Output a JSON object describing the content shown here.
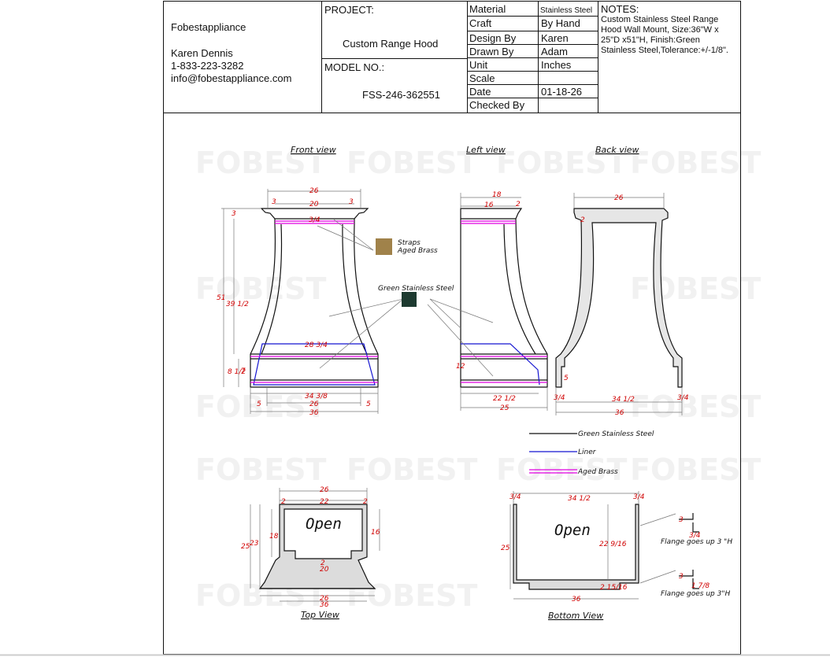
{
  "company": {
    "name": "Fobestappliance",
    "contact_name": "Karen Dennis",
    "phone": "1-833-223-3282",
    "email": "info@fobestappliance.com"
  },
  "project": {
    "label": "PROJECT:",
    "name": "Custom Range Hood",
    "model_label": "MODEL NO.:",
    "model_no": "FSS-246-362551"
  },
  "specs": {
    "rows": [
      {
        "label": "Material",
        "value": "Stainless Steel"
      },
      {
        "label": "Craft",
        "value": "By Hand"
      },
      {
        "label": "Design By",
        "value": "Karen"
      },
      {
        "label": "Drawn By",
        "value": "Adam"
      },
      {
        "label": "Unit",
        "value": "Inches"
      },
      {
        "label": "Scale",
        "value": ""
      },
      {
        "label": "Date",
        "value": "01-18-26"
      },
      {
        "label": "Checked By",
        "value": ""
      }
    ]
  },
  "notes": {
    "label": "NOTES:",
    "lines": [
      "Custom Stainless Steel Range",
      "Hood Wall Mount, Size:36\"W x",
      "25\"D x51\"H, Finish:Green",
      "Stainless Steel,Tolerance:+/-1/8\"."
    ]
  },
  "watermark": "FOBEST",
  "views": {
    "front": "Front view",
    "left": "Left view",
    "back": "Back view",
    "top": "Top View",
    "bottom": "Bottom View"
  },
  "callouts": {
    "straps_1": "Straps",
    "straps_2": "Aged Brass",
    "green": "Green Stainless Steel",
    "flange_1": "Flange goes up 3 \"H",
    "flange_2": "Flange goes up 3\"H"
  },
  "swatches": {
    "aged_brass": "#a0824a",
    "green_stainless": "#1d3a30"
  },
  "legend": [
    {
      "label": "Green Stainless Steel",
      "color": "#111111"
    },
    {
      "label": "Liner",
      "color": "#1515d0"
    },
    {
      "label": "Aged Brass",
      "color": "#e000e0"
    }
  ],
  "open_label": "Open",
  "dimensions": {
    "front": {
      "top_width": "26",
      "inner_top": "20",
      "lip_left": "3",
      "lip_right": "3",
      "lip_height": "3",
      "strap_top": "3/4",
      "height_total": "51",
      "height_body": "39 1/2",
      "strap_mid": "28 3/4",
      "band_outer": "8 1/2",
      "band_inner": "7",
      "bottom_inner": "34 3/8",
      "bottom_mid": "26",
      "bottom_total": "36",
      "side_left": "5",
      "side_right": "5"
    },
    "left": {
      "top_depth": "18",
      "inner_top": "16",
      "lip": "2",
      "band": "12",
      "bottom_inner": "22 1/2",
      "bottom_total": "25"
    },
    "back": {
      "top_width": "26",
      "side": "2",
      "notch": "5",
      "edge_left": "3/4",
      "bottom_inner": "34 1/2",
      "edge_right": "3/4",
      "bottom_total": "36"
    },
    "top": {
      "width": "26",
      "left_edge": "2",
      "inner": "22",
      "right_edge": "2",
      "depth_outer": "25",
      "depth_inner": "23",
      "left_depth": "18",
      "right_depth": "16",
      "center_step": "2",
      "center": "20",
      "bottom_width_1": "26",
      "bottom_width_2": "36"
    },
    "bottom": {
      "edge_left": "3/4",
      "inner": "34 1/2",
      "edge_right": "3/4",
      "depth": "25",
      "inner_depth": "22 9/16",
      "lip": "2 15/16",
      "width": "36",
      "flange_h1": "3",
      "flange_t1": "3/4",
      "flange_h2": "3",
      "flange_t2": "1 7/8"
    }
  }
}
